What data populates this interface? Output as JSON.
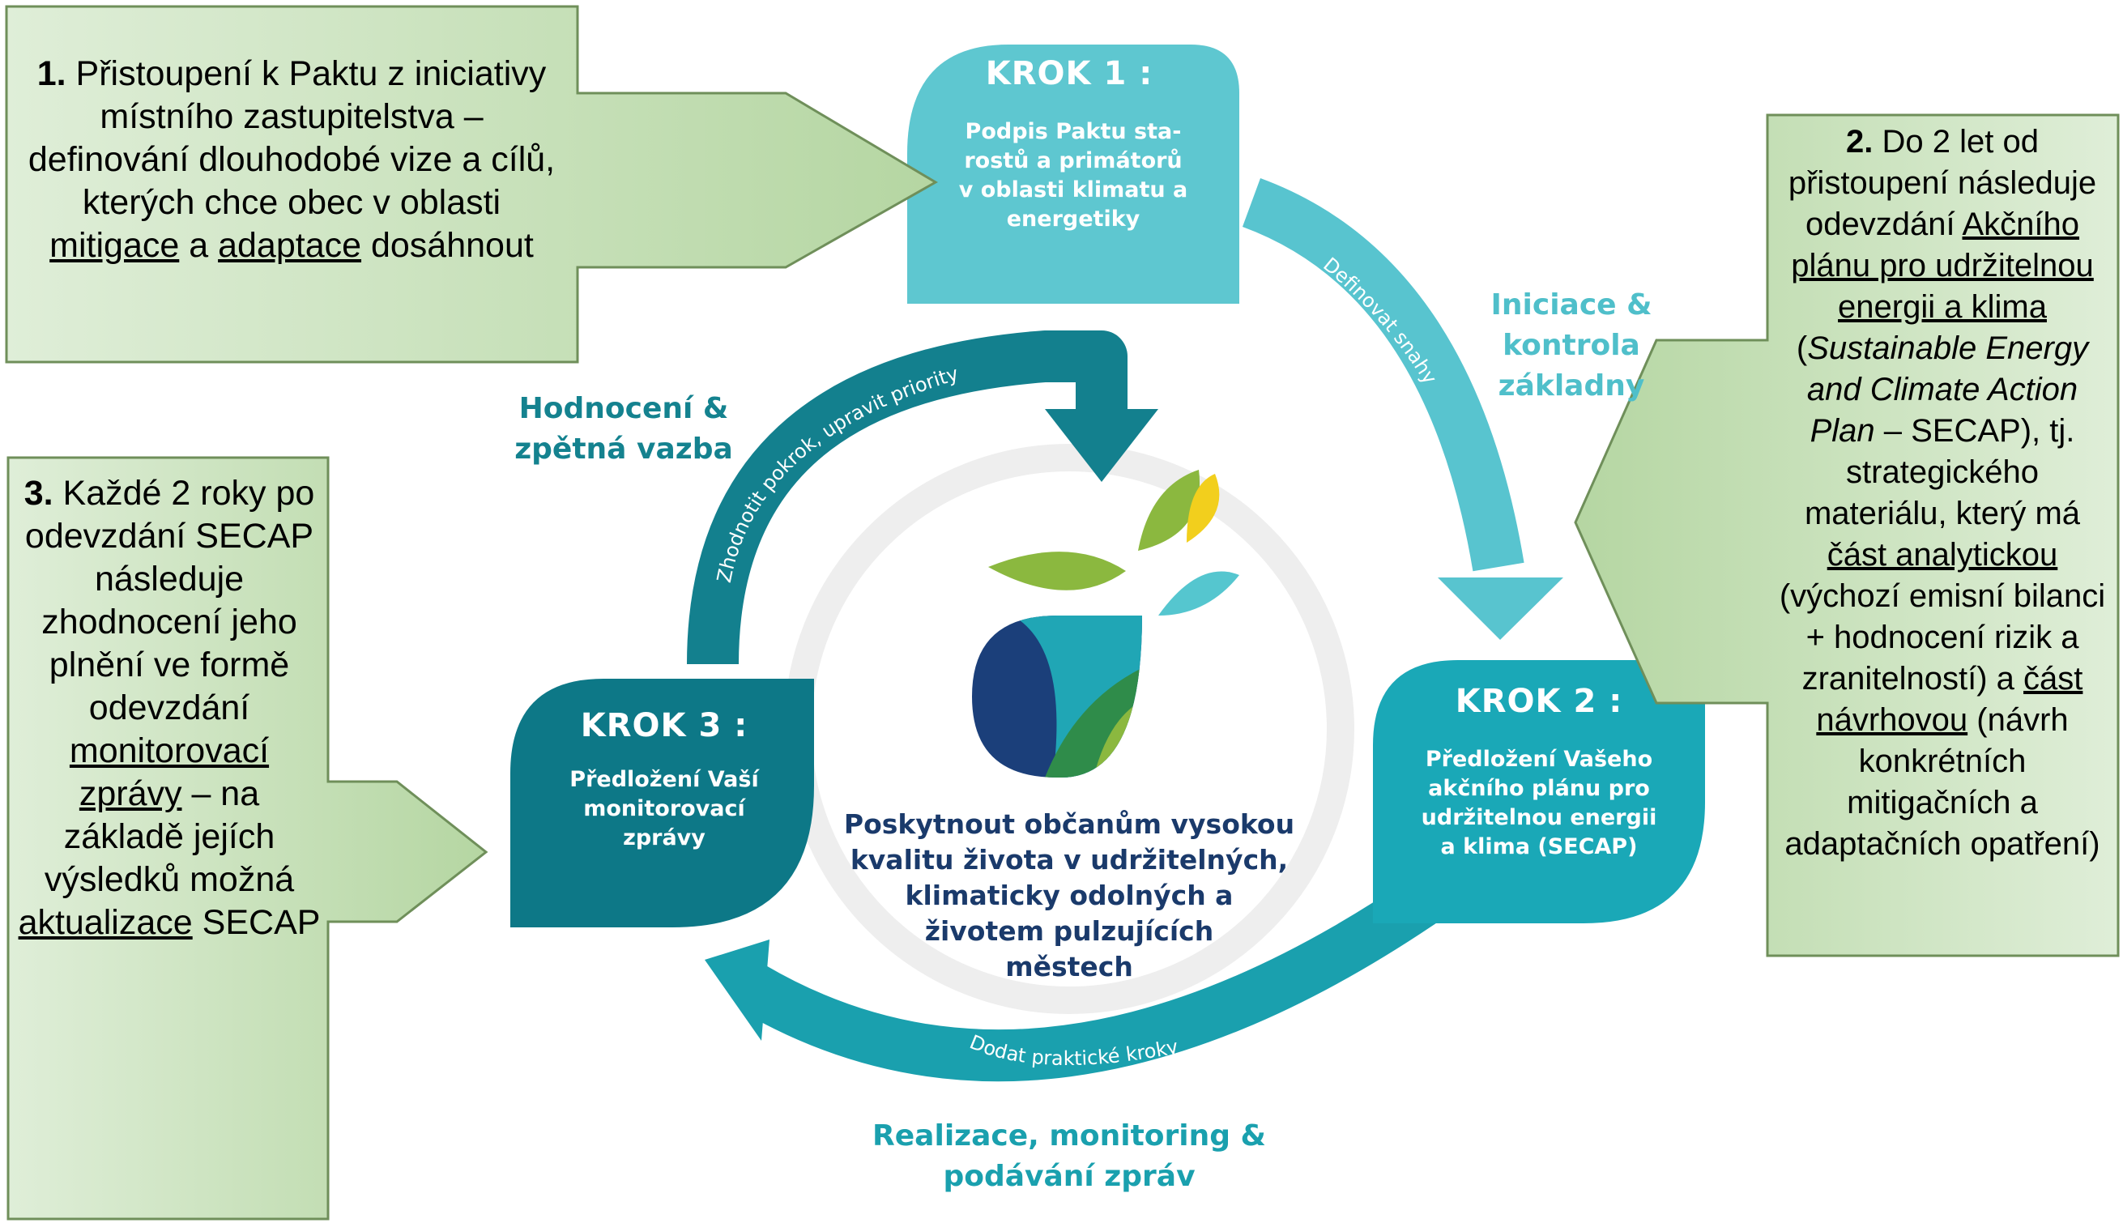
{
  "colors": {
    "callout_fill_top": "#d9ead3",
    "callout_fill_bottom": "#93c47d",
    "callout_border": "#6f8f5a",
    "krok1": "#5ec7d0",
    "krok2": "#1aa8b7",
    "krok3": "#0d7887",
    "arc_dark": "#13808e",
    "arc_light": "#58c4cf",
    "phase_dark": "#14828f",
    "phase_light": "#4fbfca",
    "center_text": "#1a3a6b",
    "logo_navy": "#1b3f7a",
    "logo_teal": "#20a6b5",
    "logo_green": "#8bb83f",
    "logo_yellow": "#f2cf1d",
    "logo_light_teal": "#55c6cf"
  },
  "callouts": {
    "c1": [
      {
        "t": "1.",
        "b": true
      },
      {
        "t": " Přistoupení k Paktu z iniciativy místního zastupitelstva – definování dlouhodobé vize a cílů, kterých chce obec v oblasti "
      },
      {
        "t": "mitigace",
        "u": true
      },
      {
        "t": " a "
      },
      {
        "t": "adaptace",
        "u": true
      },
      {
        "t": " dosáhnout"
      }
    ],
    "c2": [
      {
        "t": "2.",
        "b": true
      },
      {
        "t": " Do 2 let od přistoupení následuje odevzdání "
      },
      {
        "t": "Akčního plánu pro udržitelnou energii a klima",
        "u": true
      },
      {
        "t": " ("
      },
      {
        "t": "Sustainable Energy and Climate Action Plan",
        "i": true
      },
      {
        "t": " – SECAP), tj. strategického materiálu, který má "
      },
      {
        "t": "část analytickou",
        "u": true
      },
      {
        "t": " (výchozí emisní bilanci + hodnocení rizik a zranitelností) a "
      },
      {
        "t": "část návrhovou",
        "u": true
      },
      {
        "t": " (návrh konkrétních mitigačních a adaptačních opatření)"
      }
    ],
    "c3": [
      {
        "t": "3.",
        "b": true
      },
      {
        "t": " Každé 2 roky po odevzdání SECAP následuje zhodnocení jeho plnění ve formě odevzdání "
      },
      {
        "t": "monitorovací zprávy",
        "u": true
      },
      {
        "t": " – na základě jejích výsledků možná "
      },
      {
        "t": "aktualizace",
        "u": true
      },
      {
        "t": " SECAP"
      }
    ]
  },
  "steps": {
    "krok1": {
      "title": "KROK 1 :",
      "body": "Podpis Paktu sta-\nrostů a primátorů\nv oblasti klimatu a\nenergetiky"
    },
    "krok2": {
      "title": "KROK 2 :",
      "body": "Předložení Vašeho\nakčního plánu pro\nudržitelnou energii\na klima (SECAP)"
    },
    "krok3": {
      "title": "KROK 3 :",
      "body": "Předložení Vaší\nmonitorovací\nzprávy"
    }
  },
  "phases": {
    "initiation": "Iniciace &\nkontrola\nzákladny",
    "evaluation": "Hodnocení &\nzpětná vazba",
    "implementation": "Realizace, monitoring &\npodávání zpráv"
  },
  "arc_labels": {
    "right": "Definovat snahy",
    "left": "Zhodnotit pokrok, upravit priority",
    "bottom": "Dodat praktické kroky"
  },
  "center": {
    "text": "Poskytnout občanům vysokou\nkvalitu života v udržitelných,\nklimaticky odolných a\nživotem pulzujících\nměstech"
  }
}
